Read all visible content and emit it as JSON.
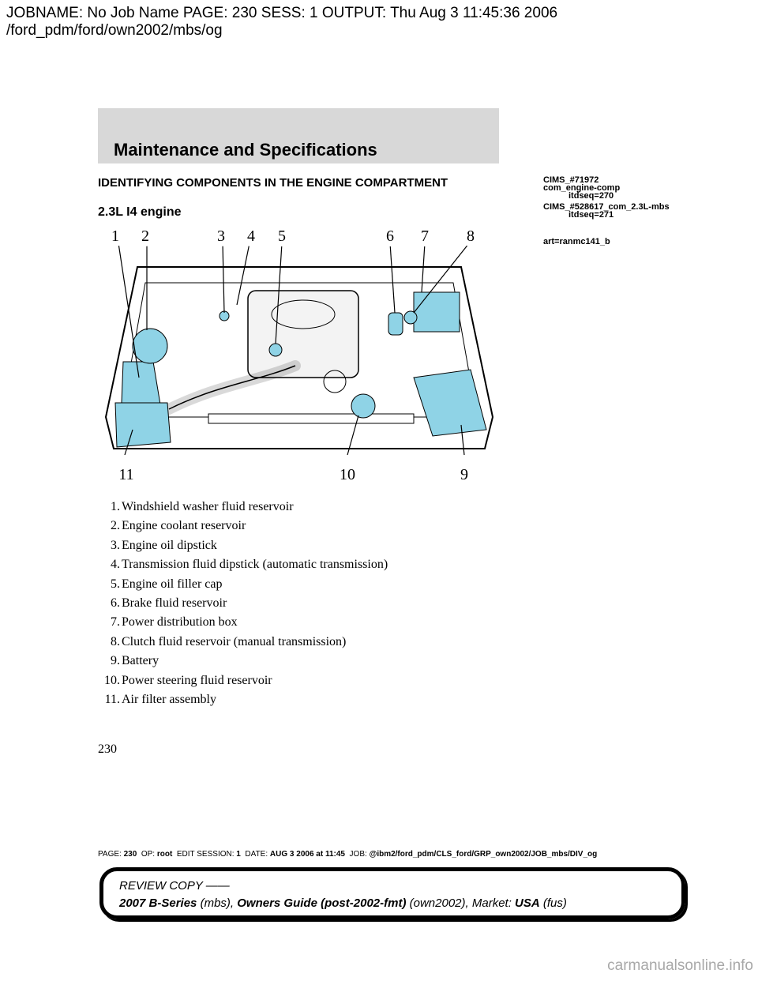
{
  "header": {
    "job_line1": "JOBNAME: No Job Name  PAGE: 230  SESS: 1  OUTPUT: Thu Aug  3 11:45:36 2006",
    "job_line2": "/ford_pdm/ford/own2002/mbs/og"
  },
  "section_title": "Maintenance and Specifications",
  "page_heading": "IDENTIFYING COMPONENTS IN THE ENGINE COMPARTMENT",
  "sub_heading": "2.3L I4 engine",
  "cims": {
    "line1a": "CIMS_#71972",
    "line1b": "com_engine-comp",
    "line1c": "itdseq=270",
    "line2a": "CIMS_#528617_com_2.3L-mbs",
    "line2b": "itdseq=271",
    "art": "art=ranmc141_b"
  },
  "diagram": {
    "callouts": [
      "1",
      "2",
      "3",
      "4",
      "5",
      "6",
      "7",
      "8",
      "9",
      "10",
      "11"
    ]
  },
  "components": [
    {
      "num": "1.",
      "label": "Windshield washer fluid reservoir"
    },
    {
      "num": "2.",
      "label": "Engine coolant reservoir"
    },
    {
      "num": "3.",
      "label": "Engine oil dipstick"
    },
    {
      "num": "4.",
      "label": "Transmission fluid dipstick (automatic transmission)"
    },
    {
      "num": "5.",
      "label": "Engine oil filler cap"
    },
    {
      "num": "6.",
      "label": "Brake fluid reservoir"
    },
    {
      "num": "7.",
      "label": "Power distribution box"
    },
    {
      "num": "8.",
      "label": "Clutch fluid reservoir (manual transmission)"
    },
    {
      "num": "9.",
      "label": "Battery"
    },
    {
      "num": "10.",
      "label": "Power steering fluid reservoir"
    },
    {
      "num": "11.",
      "label": "Air filter assembly"
    }
  ],
  "page_number": "230",
  "footer": {
    "page_label": "PAGE:",
    "page_val": "230",
    "op_label": "OP:",
    "op_val": "root",
    "edit_label": "EDIT SESSION:",
    "edit_val": "1",
    "date_label": "DATE:",
    "date_val": "AUG 3 2006 at 11:45",
    "job_label": "JOB:",
    "job_val": "@ibm2/ford_pdm/CLS_ford/GRP_own2002/JOB_mbs/DIV_og"
  },
  "review": {
    "line1": "REVIEW COPY ——",
    "model": "2007 B-Series",
    "model_code": "(mbs)",
    "guide": "Owners Guide (post-2002-fmt)",
    "guide_code": "(own2002)",
    "market_label": "Market:",
    "market": "USA",
    "market_code": "(fus)"
  },
  "watermark": "carmanualsonline.info",
  "colors": {
    "banner": "#d8d8d8",
    "highlight": "#8fd3e6"
  }
}
